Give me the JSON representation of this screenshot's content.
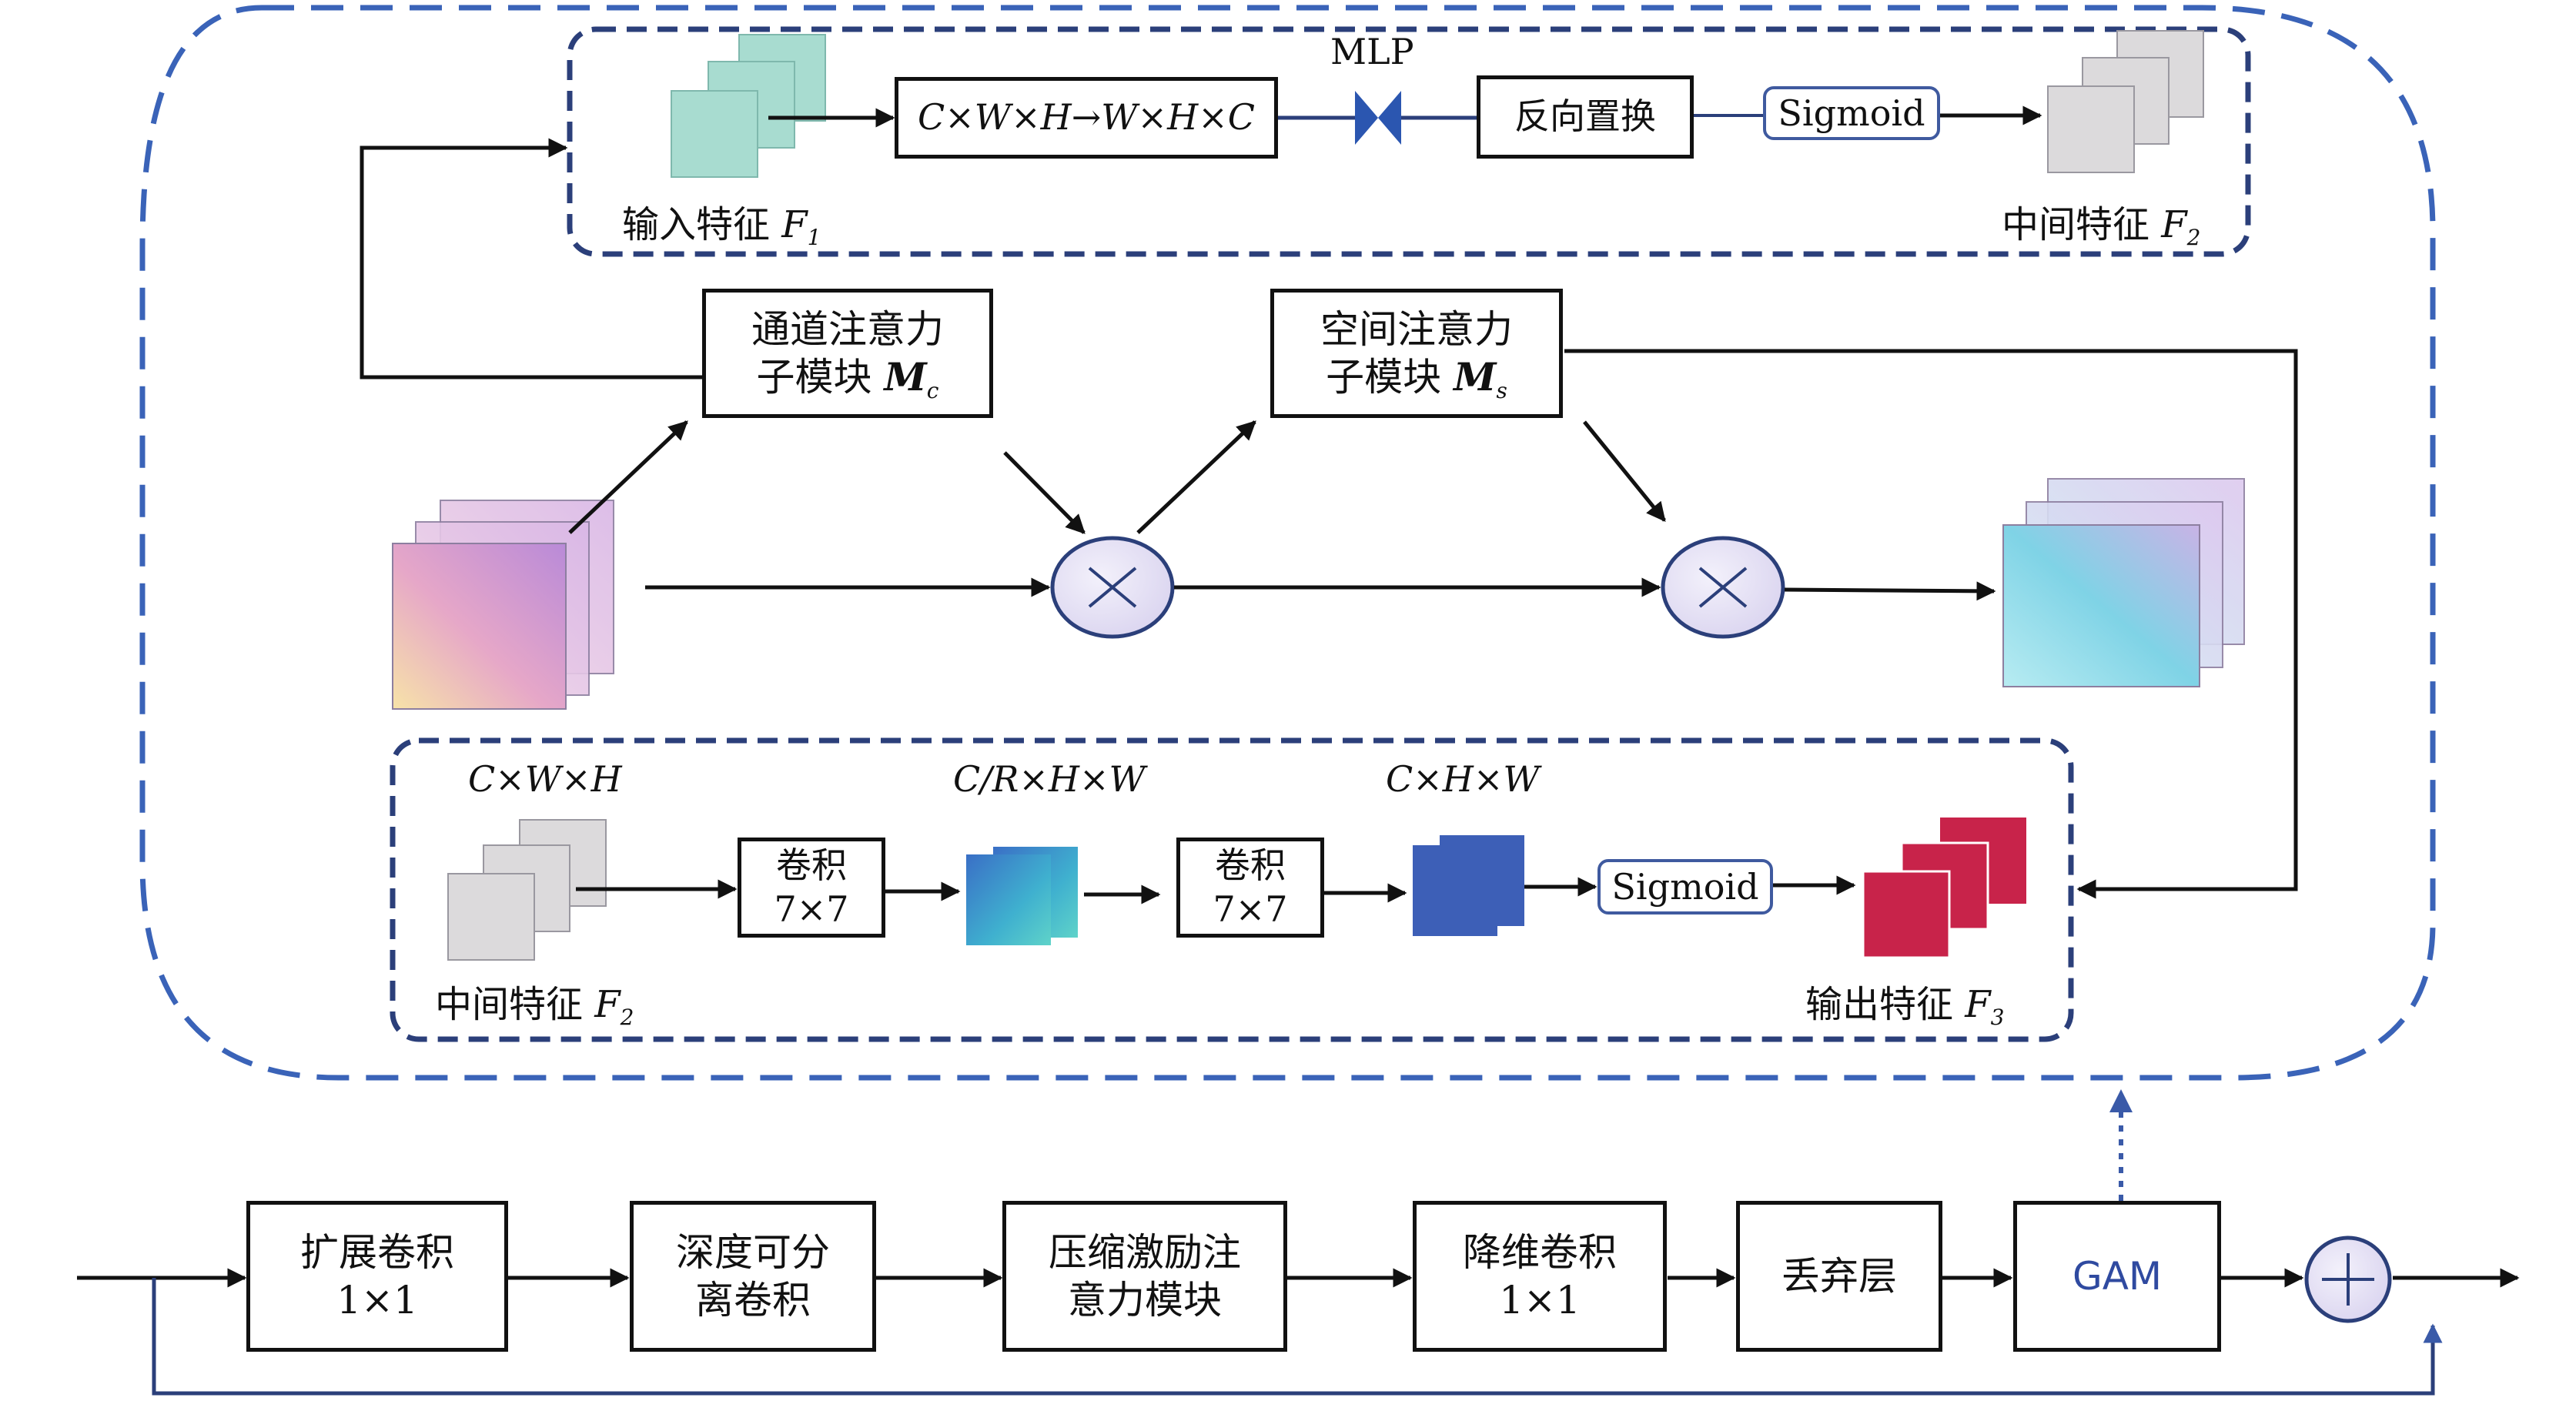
{
  "top_module": {
    "mlp_label": "MLP",
    "permute_box": "C×W×H→W×H×C",
    "reverse_box": "反向置换",
    "sigmoid": "Sigmoid",
    "input_label": "输入特征",
    "input_var": "F",
    "input_sub": "1",
    "output_label": "中间特征",
    "output_var": "F",
    "output_sub": "2"
  },
  "middle": {
    "channel_box_line1": "通道注意力",
    "channel_box_line2": "子模块",
    "channel_var": "M",
    "channel_sub": "c",
    "spatial_box_line1": "空间注意力",
    "spatial_box_line2": "子模块",
    "spatial_var": "M",
    "spatial_sub": "s"
  },
  "spatial_module": {
    "dim1": "C×W×H",
    "dim2": "C/R×H×W",
    "dim3": "C×H×W",
    "conv1_line1": "卷积",
    "conv1_line2": "7×7",
    "conv2_line1": "卷积",
    "conv2_line2": "7×7",
    "sigmoid": "Sigmoid",
    "input_label": "中间特征",
    "input_var": "F",
    "input_sub": "2",
    "output_label": "输出特征",
    "output_var": "F",
    "output_sub": "3"
  },
  "pipeline": {
    "box1_line1": "扩展卷积",
    "box1_line2": "1×1",
    "box2_line1": "深度可分",
    "box2_line2": "离卷积",
    "box3_line1": "压缩激励注",
    "box3_line2": "意力模块",
    "box4_line1": "降维卷积",
    "box4_line2": "1×1",
    "box5": "丢弃层",
    "gam": "GAM"
  },
  "colors": {
    "dash_blue": "#3a63b8",
    "dark_navy": "#2b3f7a",
    "gam_text": "#2f4aa0",
    "red_feature": "#c8234a",
    "blue_feature": "#3d5fb7",
    "mint_feature": "#a8dcd0",
    "gray_feature": "#dcdadc"
  }
}
